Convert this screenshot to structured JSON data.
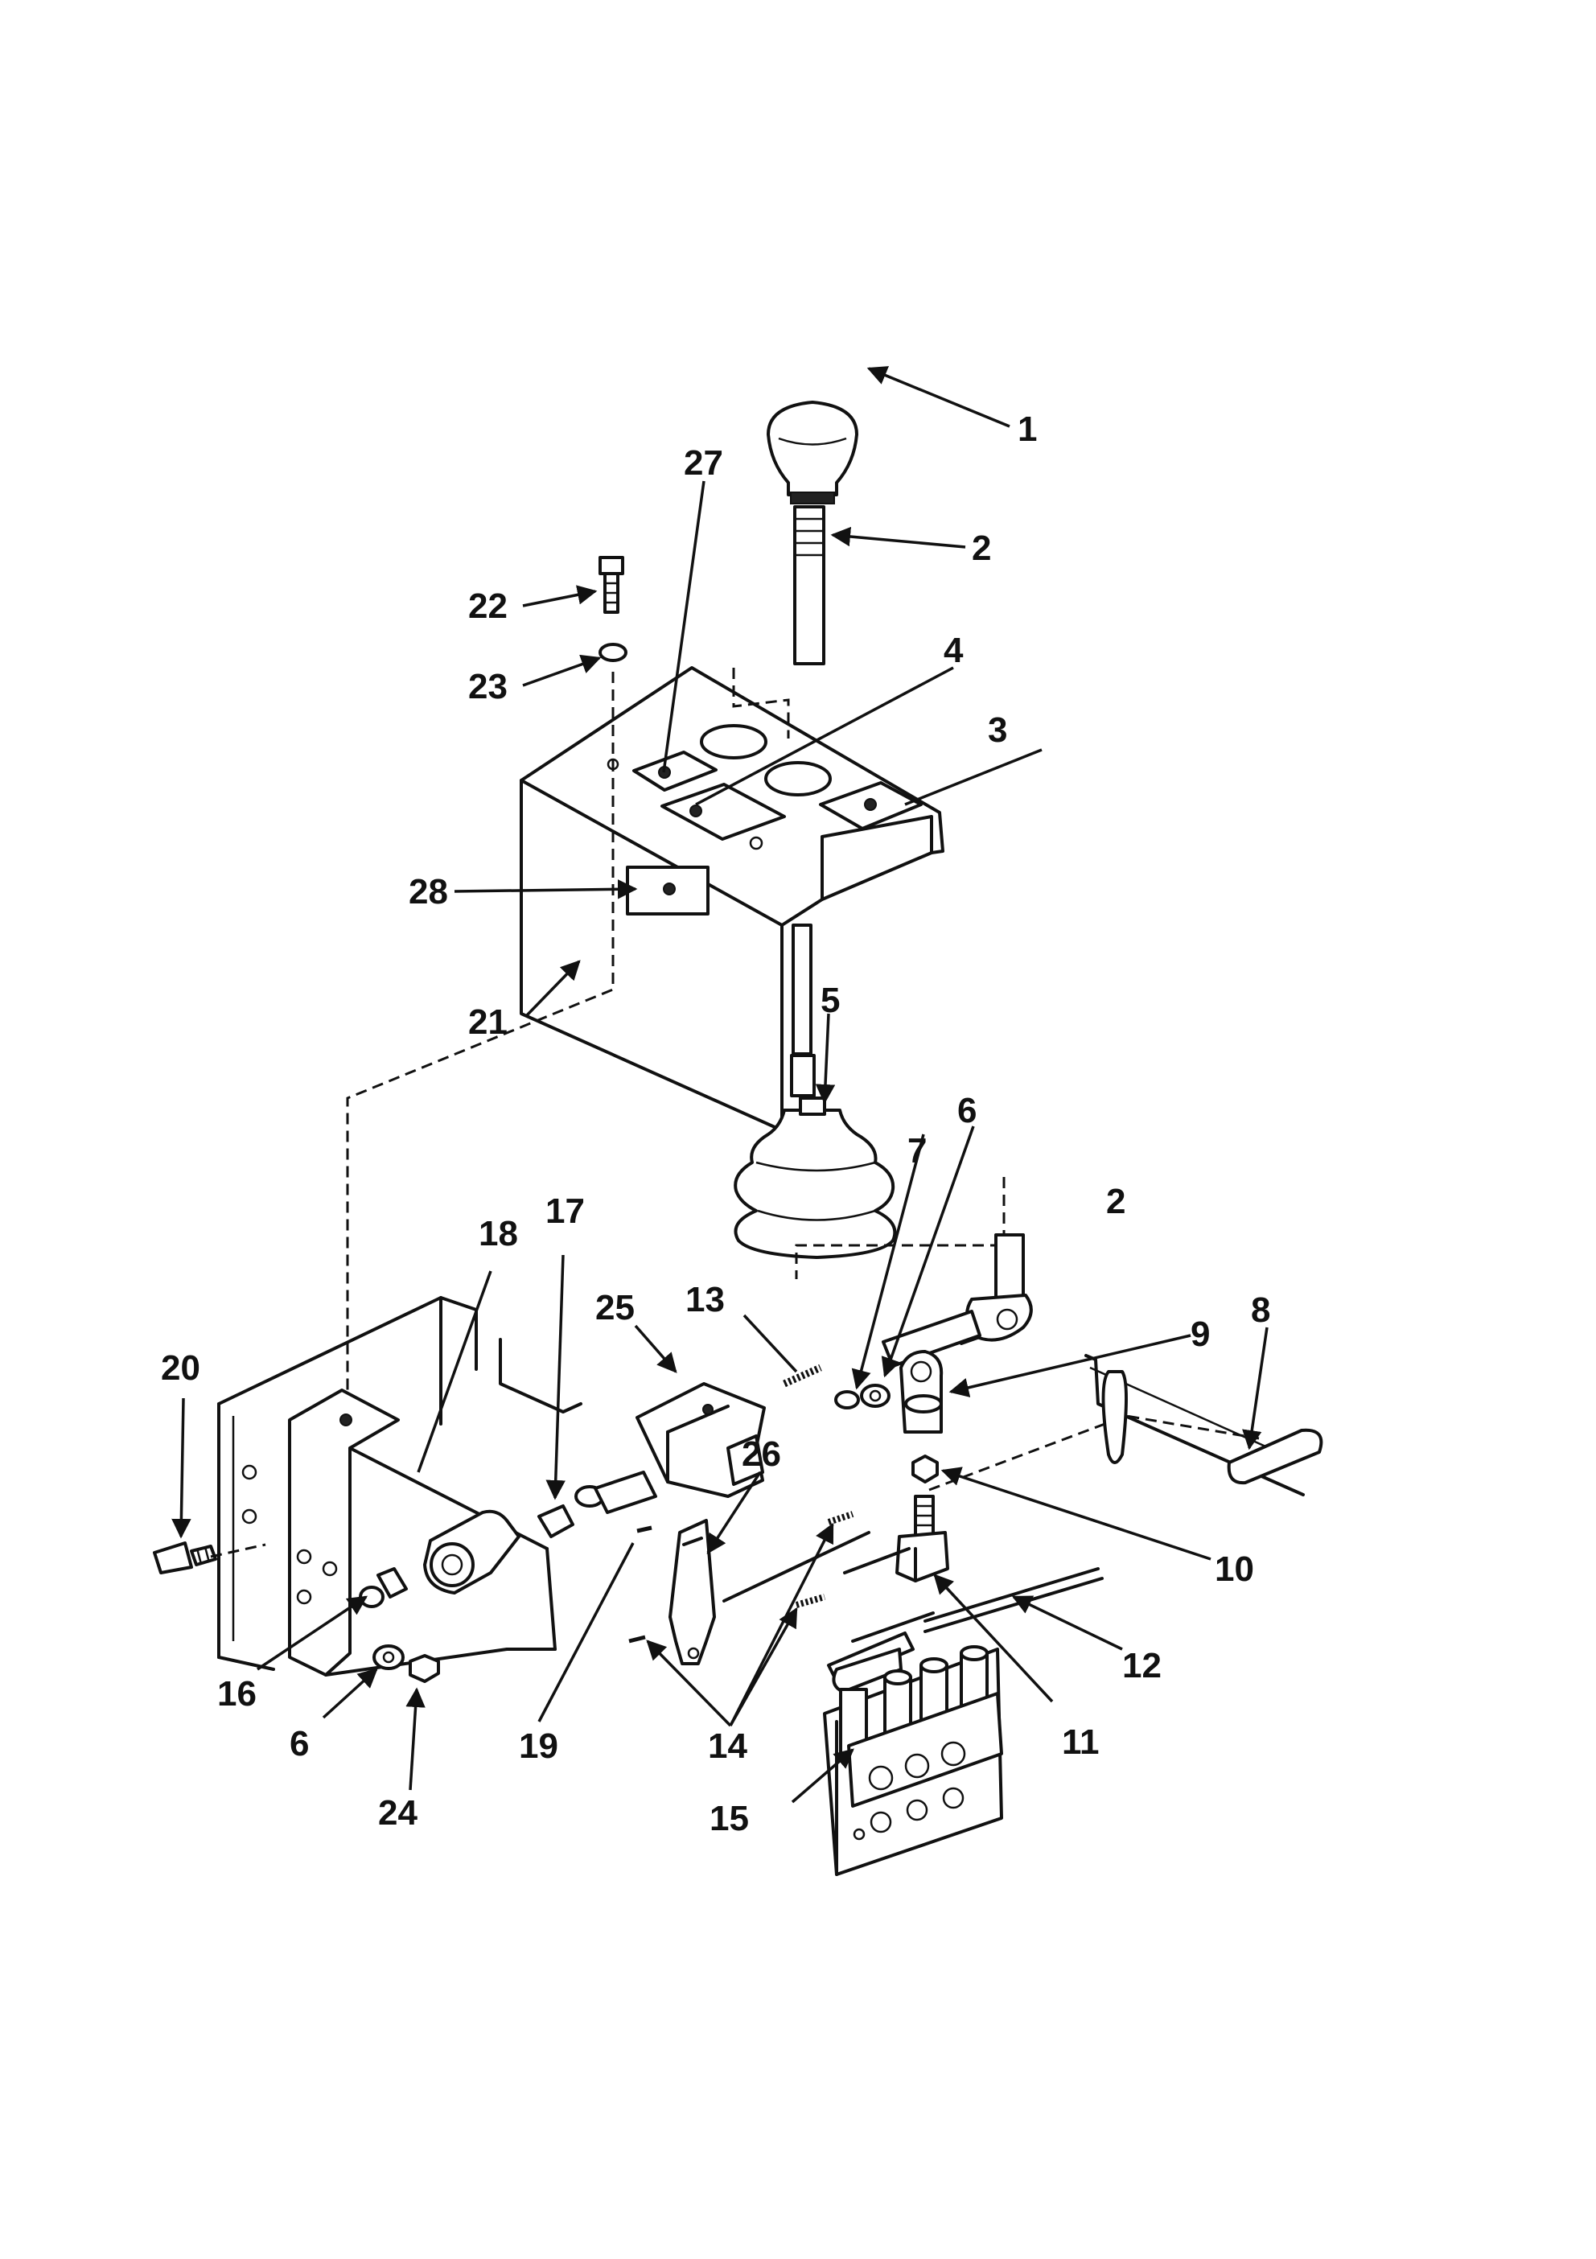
{
  "callouts": [
    "1",
    "2",
    "2",
    "3",
    "4",
    "5",
    "6",
    "6",
    "7",
    "8",
    "9",
    "10",
    "11",
    "12",
    "13",
    "14",
    "15",
    "16",
    "17",
    "18",
    "19",
    "20",
    "21",
    "22",
    "23",
    "24",
    "25",
    "26",
    "27",
    "28"
  ]
}
